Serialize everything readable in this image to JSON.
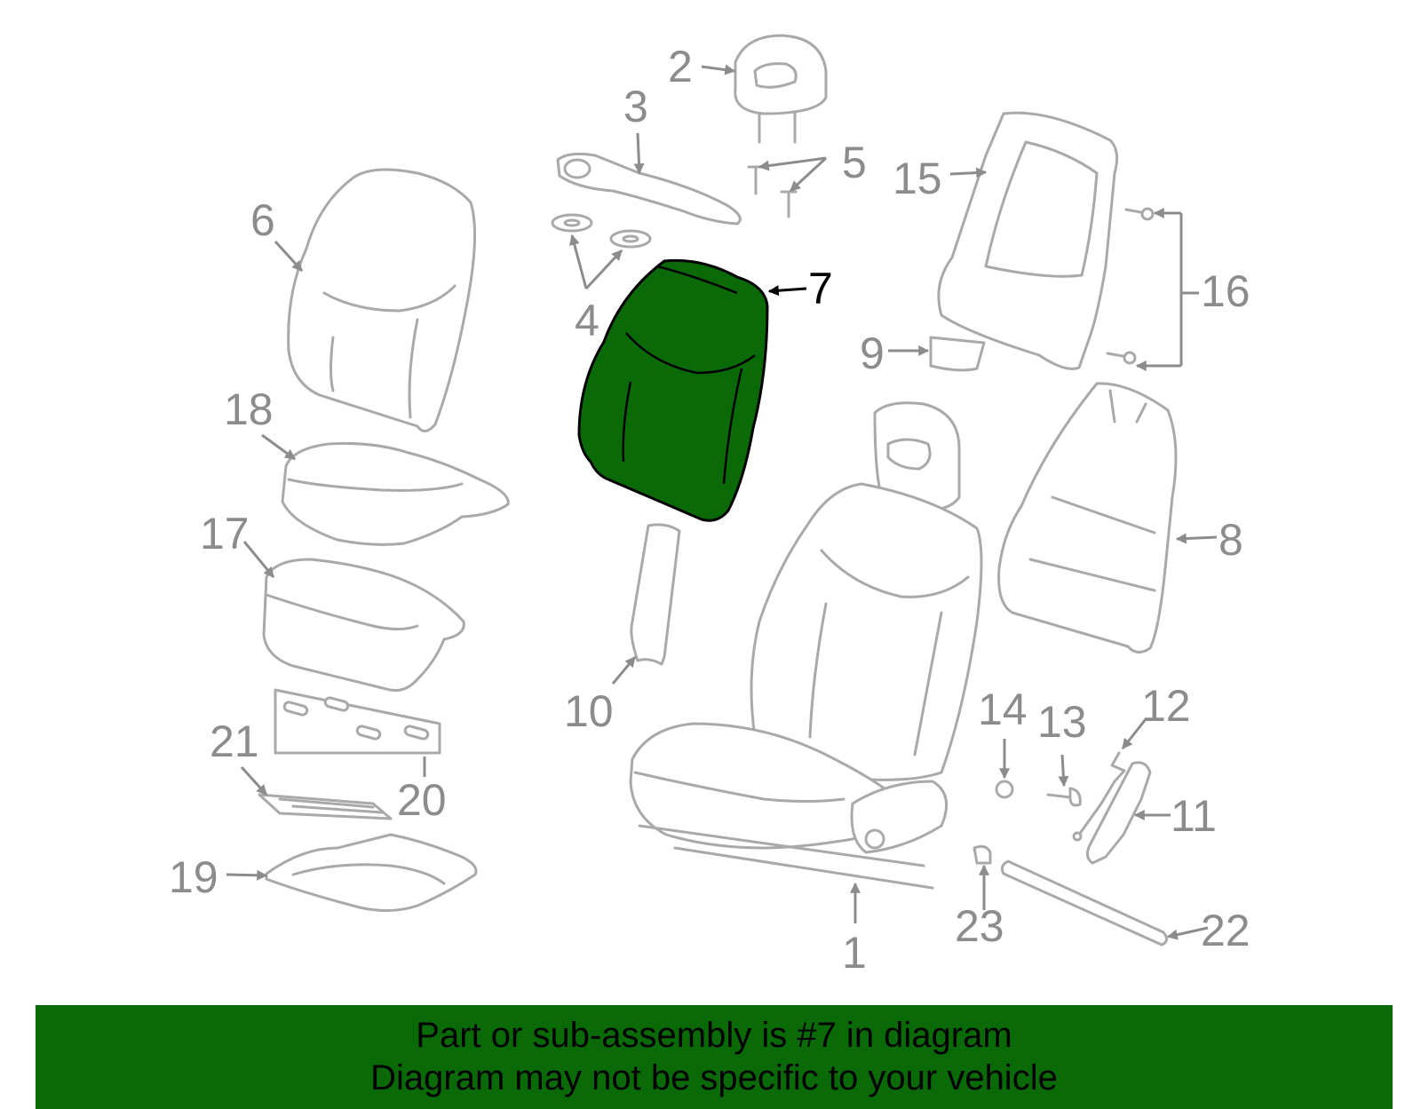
{
  "diagram": {
    "highlight_color": "#0a6a08",
    "line_color": "#a9a9a9",
    "selected_part": "7",
    "callouts": [
      "1",
      "2",
      "3",
      "4",
      "5",
      "6",
      "7",
      "8",
      "9",
      "10",
      "11",
      "12",
      "13",
      "14",
      "15",
      "16",
      "17",
      "18",
      "19",
      "20",
      "21",
      "22",
      "23"
    ]
  },
  "banner": {
    "line1": "Part or sub-assembly is #7 in diagram",
    "line2": "Diagram may not be specific to your vehicle",
    "background": "#0a6a08"
  }
}
